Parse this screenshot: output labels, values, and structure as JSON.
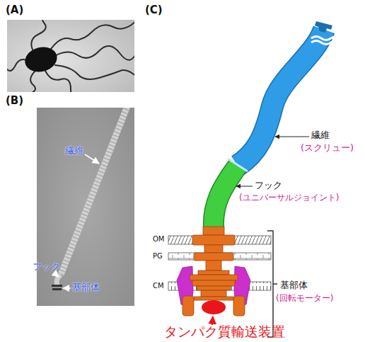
{
  "diagram": {
    "labels": [
      "(A)",
      "(C)",
      "(B)",
      "繊維",
      "フック",
      "基部体",
      "繊維",
      "(スクリュー)",
      "フック",
      "(ユニバーサルジョイント)",
      "OM",
      "PG",
      "CM",
      "基部体",
      "(回転モーター)",
      "タンパク質輸送装置"
    ]
  }
}
